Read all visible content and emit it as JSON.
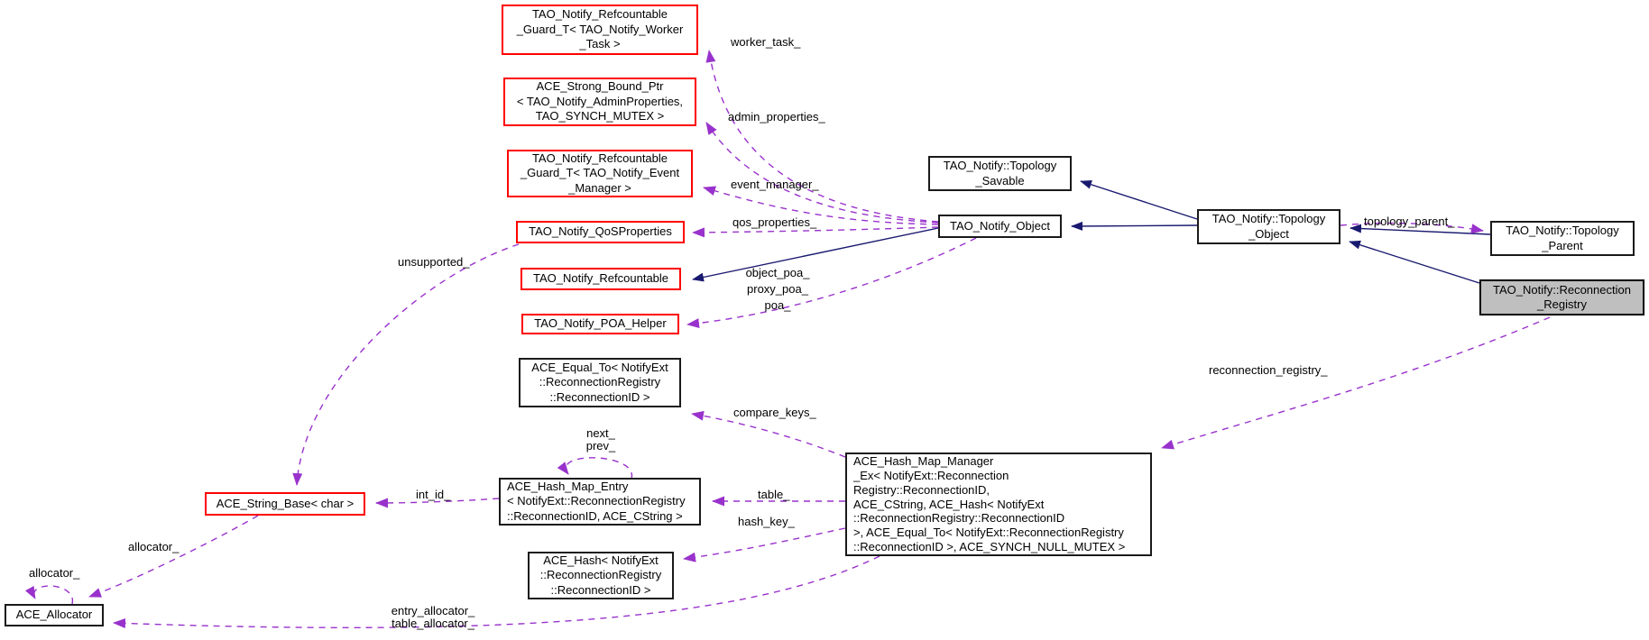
{
  "diagram": {
    "background": "#ffffff",
    "colors": {
      "inheritance_edge": "#191970",
      "collaboration_edge": "#9932cc",
      "undocumented_box_border": "#ff0000",
      "documented_box_border": "#1a1a1a",
      "focus_box_fill": "#bfbfbf",
      "text": "#000000"
    },
    "nodes": {
      "guard_worker_task": {
        "label": "TAO_Notify_Refcountable\n_Guard_T< TAO_Notify_Worker\n_Task >"
      },
      "strong_bound_ptr": {
        "label": "ACE_Strong_Bound_Ptr\n< TAO_Notify_AdminProperties,\nTAO_SYNCH_MUTEX >"
      },
      "guard_event_manager": {
        "label": "TAO_Notify_Refcountable\n_Guard_T< TAO_Notify_Event\n_Manager >"
      },
      "qos_properties": {
        "label": "TAO_Notify_QoSProperties"
      },
      "refcountable": {
        "label": "TAO_Notify_Refcountable"
      },
      "poa_helper": {
        "label": "TAO_Notify_POA_Helper"
      },
      "equal_to": {
        "label": "ACE_Equal_To< NotifyExt\n::ReconnectionRegistry\n::ReconnectionID >"
      },
      "hash_map_entry": {
        "label": "ACE_Hash_Map_Entry\n< NotifyExt::ReconnectionRegistry\n::ReconnectionID, ACE_CString >"
      },
      "ace_hash": {
        "label": "ACE_Hash< NotifyExt\n::ReconnectionRegistry\n::ReconnectionID >"
      },
      "string_base": {
        "label": "ACE_String_Base< char >"
      },
      "ace_allocator": {
        "label": "ACE_Allocator"
      },
      "topology_savable": {
        "label": "TAO_Notify::Topology\n_Savable"
      },
      "notify_object": {
        "label": "TAO_Notify_Object"
      },
      "topology_object": {
        "label": "TAO_Notify::Topology\n_Object"
      },
      "topology_parent": {
        "label": "TAO_Notify::Topology\n_Parent"
      },
      "reconnection_registry": {
        "label": "TAO_Notify::Reconnection\n_Registry"
      },
      "hash_map_manager": {
        "label": "ACE_Hash_Map_Manager\n_Ex< NotifyExt::Reconnection\nRegistry::ReconnectionID,\nACE_CString, ACE_Hash< NotifyExt\n::ReconnectionRegistry::ReconnectionID\n>, ACE_Equal_To< NotifyExt::ReconnectionRegistry\n::ReconnectionID >, ACE_SYNCH_NULL_MUTEX >"
      }
    },
    "edge_labels": {
      "worker_task": {
        "text": "worker_task_"
      },
      "admin_properties": {
        "text": "admin_properties_"
      },
      "event_manager": {
        "text": "event_manager_"
      },
      "qos_properties": {
        "text": "qos_properties_"
      },
      "object_poa": {
        "text": "object_poa_\nproxy_poa_\npoa_"
      },
      "topology_parent": {
        "text": "topology_parent_"
      },
      "reconnection_registry": {
        "text": "reconnection_registry_"
      },
      "compare_keys": {
        "text": "compare_keys_"
      },
      "next_prev": {
        "text": "next_\nprev_"
      },
      "int_id": {
        "text": "int_id_"
      },
      "table": {
        "text": "table_"
      },
      "hash_key": {
        "text": "hash_key_"
      },
      "unsupported": {
        "text": "unsupported_"
      },
      "allocator_string": {
        "text": "allocator_"
      },
      "allocator_self": {
        "text": "allocator_"
      },
      "entry_table_allocator": {
        "text": "entry_allocator_\ntable_allocator_"
      }
    }
  }
}
